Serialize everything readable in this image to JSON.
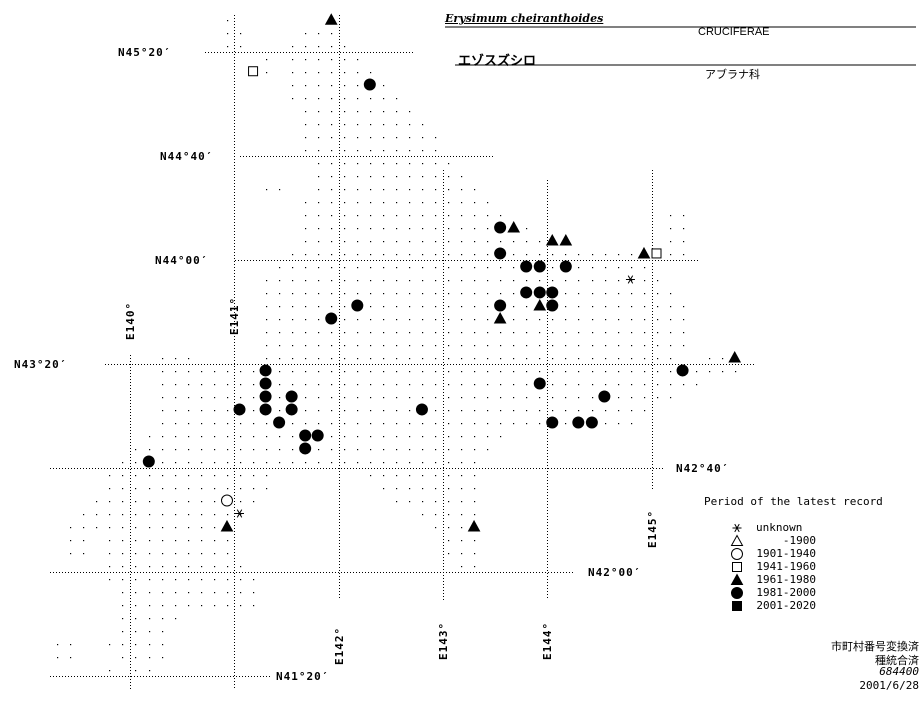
{
  "header": {
    "scientific_name": "Erysimum cheiranthoides",
    "family_latin": "CRUCIFERAE",
    "japanese_name": "エゾスズシロ",
    "family_japanese": "アブラナ科"
  },
  "grid_labels": {
    "lat": [
      "N45°20′",
      "N44°40′",
      "N44°00′",
      "N43°20′",
      "N42°40′",
      "N42°00′",
      "N41°20′"
    ],
    "lon": [
      "E140°",
      "E141°",
      "E142°",
      "E143°",
      "E144°",
      "E145°"
    ]
  },
  "legend": {
    "title": "Period of the latest record",
    "items": [
      {
        "symbol": "asterisk",
        "label": "unknown"
      },
      {
        "symbol": "open-triangle",
        "label": "-1900"
      },
      {
        "symbol": "open-circle",
        "label": "1901-1940"
      },
      {
        "symbol": "open-square",
        "label": "1941-1960"
      },
      {
        "symbol": "filled-triangle",
        "label": "1961-1980"
      },
      {
        "symbol": "filled-circle",
        "label": "1981-2000"
      },
      {
        "symbol": "filled-square",
        "label": "2001-2020"
      }
    ]
  },
  "footer": {
    "line1": "市町村番号変換済",
    "line2": "種統合済",
    "code": "684400",
    "date": "2001/6/28"
  },
  "records": [
    {
      "lon": 141.94,
      "lat": 45.54,
      "symbol": "filled-triangle"
    },
    {
      "lon": 141.19,
      "lat": 45.21,
      "symbol": "open-square"
    },
    {
      "lon": 142.31,
      "lat": 45.125,
      "symbol": "filled-circle"
    },
    {
      "lon": 143.56,
      "lat": 44.208,
      "symbol": "filled-circle"
    },
    {
      "lon": 143.69,
      "lat": 44.208,
      "symbol": "filled-triangle"
    },
    {
      "lon": 144.06,
      "lat": 44.125,
      "symbol": "filled-triangle"
    },
    {
      "lon": 144.19,
      "lat": 44.125,
      "symbol": "filled-triangle"
    },
    {
      "lon": 144.94,
      "lat": 44.042,
      "symbol": "filled-triangle"
    },
    {
      "lon": 145.06,
      "lat": 44.042,
      "symbol": "open-square"
    },
    {
      "lon": 143.56,
      "lat": 44.042,
      "symbol": "filled-circle"
    },
    {
      "lon": 143.81,
      "lat": 43.958,
      "symbol": "filled-circle"
    },
    {
      "lon": 143.94,
      "lat": 43.958,
      "symbol": "filled-circle"
    },
    {
      "lon": 144.19,
      "lat": 43.958,
      "symbol": "filled-circle"
    },
    {
      "lon": 144.81,
      "lat": 43.875,
      "symbol": "asterisk"
    },
    {
      "lon": 143.81,
      "lat": 43.792,
      "symbol": "filled-circle"
    },
    {
      "lon": 143.94,
      "lat": 43.792,
      "symbol": "filled-circle"
    },
    {
      "lon": 144.06,
      "lat": 43.792,
      "symbol": "filled-circle"
    },
    {
      "lon": 143.56,
      "lat": 43.708,
      "symbol": "filled-circle"
    },
    {
      "lon": 143.94,
      "lat": 43.708,
      "symbol": "filled-triangle"
    },
    {
      "lon": 144.06,
      "lat": 43.708,
      "symbol": "filled-circle"
    },
    {
      "lon": 142.19,
      "lat": 43.708,
      "symbol": "filled-circle"
    },
    {
      "lon": 141.94,
      "lat": 43.625,
      "symbol": "filled-circle"
    },
    {
      "lon": 143.56,
      "lat": 43.625,
      "symbol": "filled-triangle"
    },
    {
      "lon": 145.81,
      "lat": 43.375,
      "symbol": "filled-triangle"
    },
    {
      "lon": 145.31,
      "lat": 43.292,
      "symbol": "filled-circle"
    },
    {
      "lon": 141.31,
      "lat": 43.292,
      "symbol": "filled-circle"
    },
    {
      "lon": 141.31,
      "lat": 43.208,
      "symbol": "filled-circle"
    },
    {
      "lon": 143.94,
      "lat": 43.208,
      "symbol": "filled-circle"
    },
    {
      "lon": 141.31,
      "lat": 43.125,
      "symbol": "filled-circle"
    },
    {
      "lon": 141.56,
      "lat": 43.125,
      "symbol": "filled-circle"
    },
    {
      "lon": 144.56,
      "lat": 43.125,
      "symbol": "filled-circle"
    },
    {
      "lon": 141.06,
      "lat": 43.042,
      "symbol": "filled-circle"
    },
    {
      "lon": 141.31,
      "lat": 43.042,
      "symbol": "filled-circle"
    },
    {
      "lon": 141.56,
      "lat": 43.042,
      "symbol": "filled-circle"
    },
    {
      "lon": 142.81,
      "lat": 43.042,
      "symbol": "filled-circle"
    },
    {
      "lon": 141.44,
      "lat": 42.958,
      "symbol": "filled-circle"
    },
    {
      "lon": 144.06,
      "lat": 42.958,
      "symbol": "filled-circle"
    },
    {
      "lon": 144.31,
      "lat": 42.958,
      "symbol": "filled-circle"
    },
    {
      "lon": 144.44,
      "lat": 42.958,
      "symbol": "filled-circle"
    },
    {
      "lon": 141.69,
      "lat": 42.875,
      "symbol": "filled-circle"
    },
    {
      "lon": 141.81,
      "lat": 42.875,
      "symbol": "filled-circle"
    },
    {
      "lon": 141.69,
      "lat": 42.792,
      "symbol": "filled-circle"
    },
    {
      "lon": 140.19,
      "lat": 42.708,
      "symbol": "filled-circle"
    },
    {
      "lon": 140.94,
      "lat": 42.458,
      "symbol": "open-circle"
    },
    {
      "lon": 141.06,
      "lat": 42.375,
      "symbol": "asterisk"
    },
    {
      "lon": 140.94,
      "lat": 42.292,
      "symbol": "filled-triangle"
    },
    {
      "lon": 143.31,
      "lat": 42.292,
      "symbol": "filled-triangle"
    }
  ]
}
